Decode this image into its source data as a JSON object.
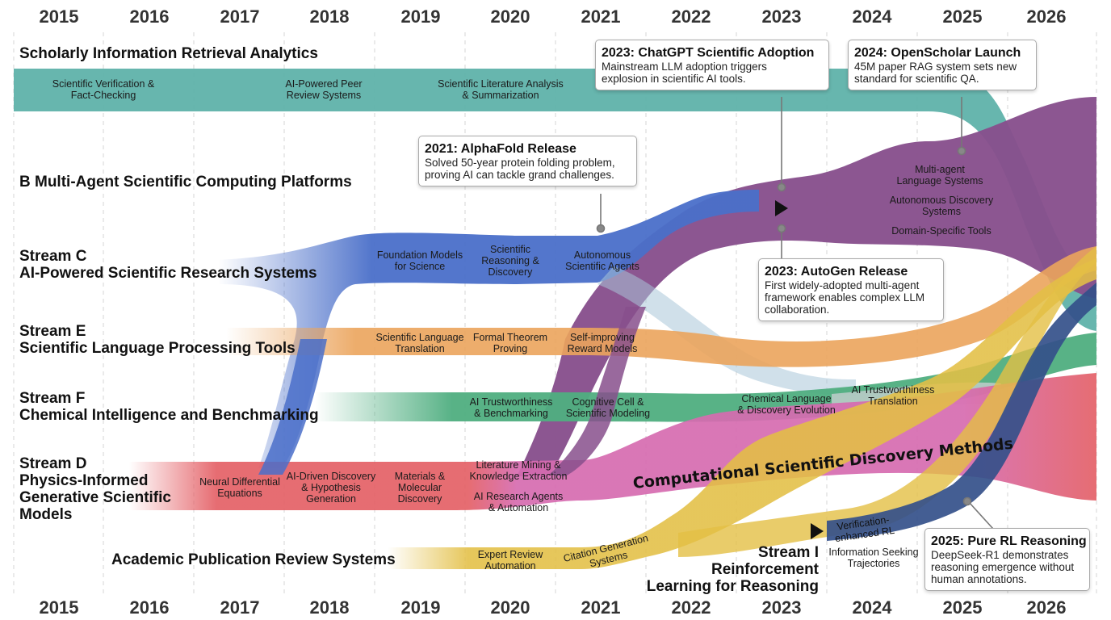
{
  "years_top": [
    "2015",
    "2016",
    "2017",
    "2018",
    "2019",
    "2020",
    "2021",
    "2022",
    "2023",
    "2024",
    "2025",
    "2026"
  ],
  "years_bottom": [
    "2015",
    "2016",
    "2017",
    "2018",
    "2019",
    "2020",
    "2021",
    "2022",
    "2023",
    "2024",
    "2025",
    "2026"
  ],
  "colors": {
    "teal": "#5fb2aa",
    "purple": "#874f8c",
    "blue": "#4a6fc9",
    "orange": "#eba45c",
    "green": "#4fae80",
    "red": "#e46066",
    "pink": "#d66bb0",
    "yellow": "#e3bf45",
    "navy": "#34508a"
  },
  "streams": {
    "a": {
      "title": "Scholarly Information Retrieval Analytics",
      "labels": [
        "Scientific Verification &\nFact-Checking",
        "AI-Powered Peer\nReview Systems",
        "Scientific Literature Analysis\n& Summarization"
      ]
    },
    "b": {
      "title": "B Multi-Agent Scientific Computing Platforms",
      "labels": [
        "Multi-agent\nLanguage Systems",
        "Autonomous Discovery\nSystems",
        "Domain-Specific Tools"
      ]
    },
    "c": {
      "title_line1": "Stream C",
      "title_line2": "AI-Powered Scientific Research Systems",
      "labels": [
        "Foundation Models\nfor Science",
        "Scientific\nReasoning &\nDiscovery",
        "Autonomous\nScientific Agents"
      ]
    },
    "e": {
      "title_line1": "Stream E",
      "title_line2": "Scientific Language Processing Tools",
      "labels": [
        "Scientific Language\nTranslation",
        "Formal Theorem\nProving",
        "Self-improving\nReward Models"
      ]
    },
    "f": {
      "title_line1": "Stream F",
      "title_line2": "Chemical Intelligence and Benchmarking",
      "labels": [
        "AI Trustworthiness\n& Benchmarking",
        "Cognitive Cell &\nScientific Modeling",
        "Chemical Language\n& Discovery Evolution",
        "AI Trustworthiness\nTranslation"
      ]
    },
    "d": {
      "title_line1": "Stream D",
      "title_line2": "Physics-Informed",
      "title_line3": "Generative Scientific",
      "title_line4": "Models",
      "labels": [
        "Neural Differential\nEquations",
        "AI-Driven Discovery\n& Hypothesis\nGeneration",
        "Materials &\nMolecular\nDiscovery",
        "Literature Mining &\nKnowledge Extraction",
        "AI Research Agents\n& Automation"
      ]
    },
    "comp": {
      "title": "Computational Scientific Discovery Methods"
    },
    "g": {
      "title": "Academic Publication Review Systems",
      "labels": [
        "Expert Review\nAutomation",
        "Citation Generation\nSystems"
      ]
    },
    "i": {
      "title_line1": "Stream I",
      "title_line2": "Reinforcement",
      "title_line3": "Learning for Reasoning",
      "labels": [
        "Verification-\nenhanced RL",
        "Information Seeking\nTrajectories"
      ]
    }
  },
  "callouts": [
    {
      "title": "2023: ChatGPT Scientific Adoption",
      "body": "Mainstream LLM adoption triggers\nexplosion in scientific AI tools."
    },
    {
      "title": "2024: OpenScholar Launch",
      "body": "45M paper RAG system sets new\nstandard for scientific QA."
    },
    {
      "title": "2021: AlphaFold Release",
      "body": "Solved 50-year protein folding problem,\nproving AI can tackle grand challenges."
    },
    {
      "title": "2023: AutoGen Release",
      "body": "First widely-adopted multi-agent\nframework enables complex LLM\ncollaboration."
    },
    {
      "title": "2025: Pure RL Reasoning",
      "body": "DeepSeek-R1 demonstrates\nreasoning emergence without\nhuman annotations."
    }
  ]
}
